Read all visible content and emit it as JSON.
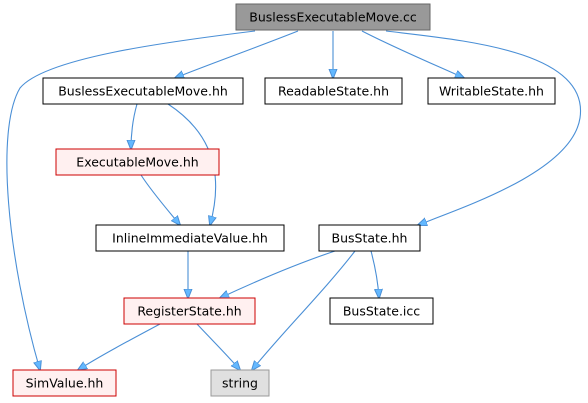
{
  "colors": {
    "edge": "#4a8fd6",
    "arrowhead": "#63b8ff",
    "node_fill_default": "#ffffff",
    "node_stroke_default": "#000000",
    "node_fill_root": "#999999",
    "node_stroke_root": "#666666",
    "node_fill_missing": "#fff0f0",
    "node_stroke_missing": "#cc0000",
    "node_fill_system": "#e0e0e0",
    "node_stroke_system": "#999999"
  },
  "nodes": [
    {
      "id": "busless_cc",
      "label": "BuslessExecutableMove.cc",
      "kind": "root"
    },
    {
      "id": "busless_hh",
      "label": "BuslessExecutableMove.hh",
      "kind": "default"
    },
    {
      "id": "readable_hh",
      "label": "ReadableState.hh",
      "kind": "default"
    },
    {
      "id": "writable_hh",
      "label": "WritableState.hh",
      "kind": "default"
    },
    {
      "id": "execmove_hh",
      "label": "ExecutableMove.hh",
      "kind": "missing"
    },
    {
      "id": "inline_hh",
      "label": "InlineImmediateValue.hh",
      "kind": "default"
    },
    {
      "id": "busstate_hh",
      "label": "BusState.hh",
      "kind": "default"
    },
    {
      "id": "register_hh",
      "label": "RegisterState.hh",
      "kind": "missing"
    },
    {
      "id": "busstate_icc",
      "label": "BusState.icc",
      "kind": "default"
    },
    {
      "id": "simvalue_hh",
      "label": "SimValue.hh",
      "kind": "missing"
    },
    {
      "id": "string",
      "label": "string",
      "kind": "system"
    }
  ],
  "edges": [
    {
      "from": "busless_cc",
      "to": "busless_hh"
    },
    {
      "from": "busless_cc",
      "to": "readable_hh"
    },
    {
      "from": "busless_cc",
      "to": "writable_hh"
    },
    {
      "from": "busless_cc",
      "to": "busstate_hh"
    },
    {
      "from": "busless_cc",
      "to": "simvalue_hh"
    },
    {
      "from": "busless_hh",
      "to": "execmove_hh"
    },
    {
      "from": "busless_hh",
      "to": "inline_hh"
    },
    {
      "from": "execmove_hh",
      "to": "inline_hh"
    },
    {
      "from": "inline_hh",
      "to": "register_hh"
    },
    {
      "from": "busstate_hh",
      "to": "register_hh"
    },
    {
      "from": "busstate_hh",
      "to": "busstate_icc"
    },
    {
      "from": "busstate_hh",
      "to": "string"
    },
    {
      "from": "register_hh",
      "to": "simvalue_hh"
    },
    {
      "from": "register_hh",
      "to": "string"
    }
  ]
}
